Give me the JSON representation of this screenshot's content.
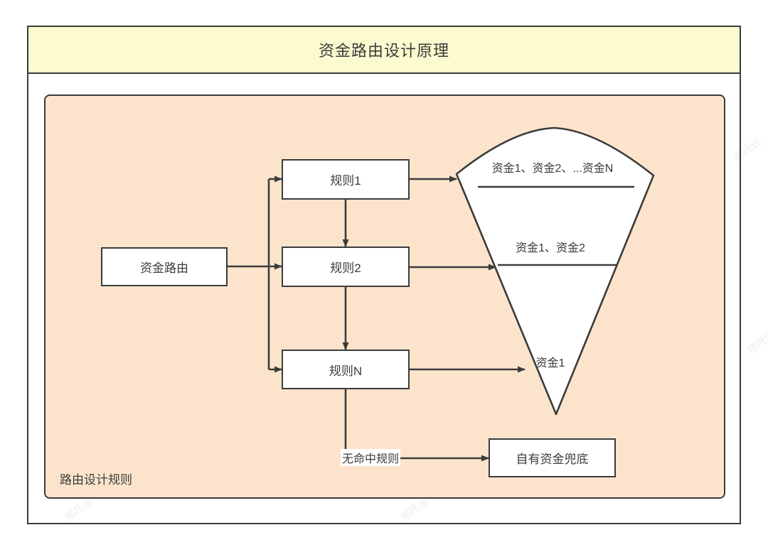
{
  "diagram": {
    "title": "资金路由设计原理",
    "panel_label": "路由设计规则",
    "nodes": {
      "source": "资金路由",
      "rule_1": "规则1",
      "rule_2": "规则2",
      "rule_n": "规则N",
      "fallback": "自有资金兜底"
    },
    "funnel": {
      "tier_1": "资金1、资金2、...资金N",
      "tier_2": "资金1、资金2",
      "tier_3": "资金1"
    },
    "edge_labels": {
      "no_match": "无命中规则"
    },
    "watermark": "哪吒说",
    "colors": {
      "title_bar": "#fbfbcf",
      "panel": "#fce4cc",
      "stroke": "#3b3b3b",
      "node_fill": "#ffffff",
      "page": "#ffffff"
    }
  }
}
